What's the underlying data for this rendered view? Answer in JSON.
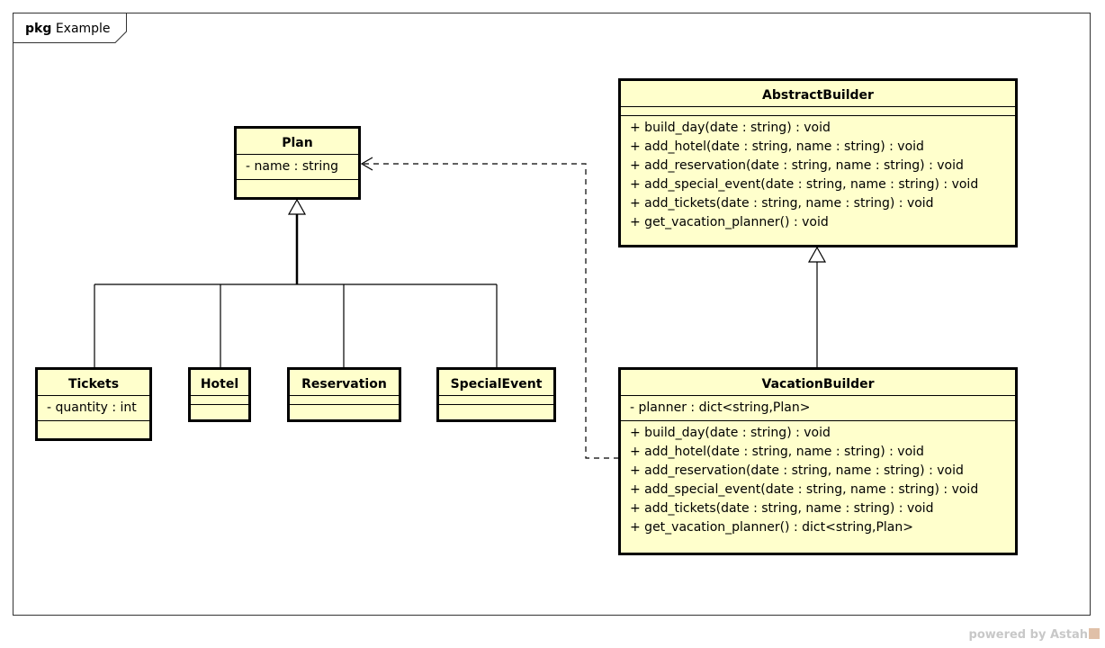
{
  "package": {
    "keyword": "pkg",
    "name": "Example"
  },
  "classes": {
    "plan": {
      "name": "Plan",
      "attributes": [
        "- name : string"
      ],
      "operations": []
    },
    "tickets": {
      "name": "Tickets",
      "attributes": [
        "- quantity : int"
      ],
      "operations": []
    },
    "hotel": {
      "name": "Hotel",
      "attributes": [],
      "operations": []
    },
    "reservation": {
      "name": "Reservation",
      "attributes": [],
      "operations": []
    },
    "special_event": {
      "name": "SpecialEvent",
      "attributes": [],
      "operations": []
    },
    "abstract_builder": {
      "name": "AbstractBuilder",
      "attributes": [],
      "operations": [
        "+ build_day(date : string) : void",
        "+ add_hotel(date : string, name : string) : void",
        "+ add_reservation(date : string, name : string) : void",
        "+ add_special_event(date : string, name : string) : void",
        "+ add_tickets(date : string, name : string) : void",
        "+ get_vacation_planner() : void"
      ]
    },
    "vacation_builder": {
      "name": "VacationBuilder",
      "attributes": [
        "- planner : dict<string,Plan>"
      ],
      "operations": [
        "+ build_day(date : string) : void",
        "+ add_hotel(date : string, name : string) : void",
        "+ add_reservation(date : string, name : string) : void",
        "+ add_special_event(date : string, name : string) : void",
        "+ add_tickets(date : string, name : string) : void",
        "+ get_vacation_planner() : dict<string,Plan>"
      ]
    }
  },
  "colors": {
    "class_fill": "#ffffcc",
    "line": "#000000",
    "footer_text": "#c8c8c8"
  },
  "footer": {
    "text": "powered by Astah"
  }
}
